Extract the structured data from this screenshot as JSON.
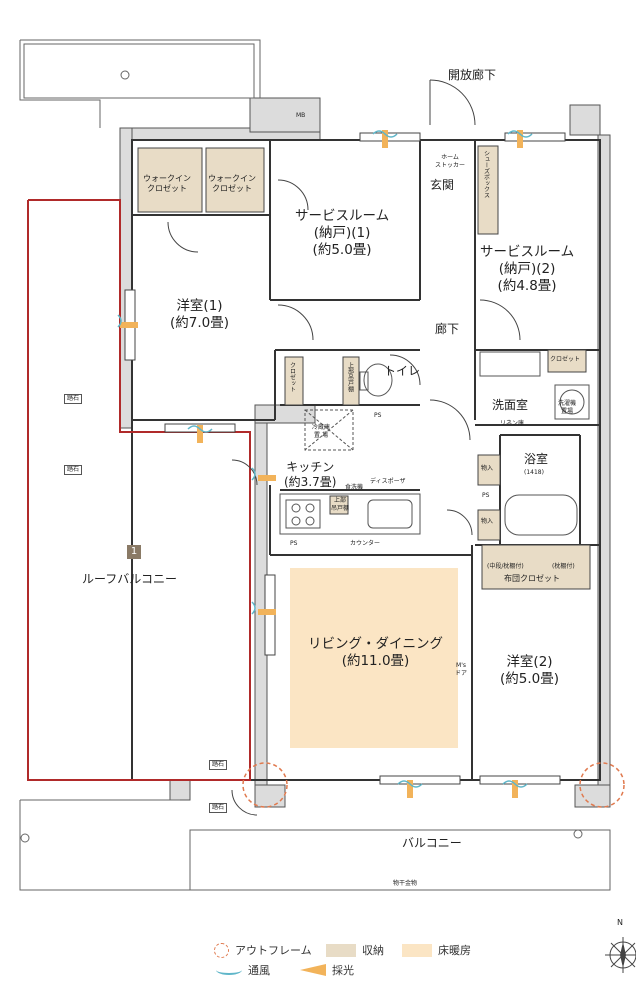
{
  "labels": {
    "open_corridor": "開放廊下",
    "mb": "MB",
    "walkin1": "ウォークイン\nクロゼット",
    "walkin2": "ウォークイン\nクロゼット",
    "service1": "サービスルーム\n(納戸)(1)\n(約5.0畳)",
    "entrance": "玄関",
    "home_stocker": "ホーム\nストッカー",
    "shoes_box": "シューズボックス",
    "service2": "サービスルーム\n(納戸)(2)\n(約4.8畳)",
    "western1": "洋室(1)\n(約7.0畳)",
    "corridor": "廊下",
    "closet_small": "クロゼット",
    "closet_wc": "クロゼット",
    "upper_shelf_wc": "上部吊戸棚",
    "toilet": "トイレ",
    "ps1": "PS",
    "washroom": "洗面室",
    "laundry": "洗濯機\n置場",
    "linen": "リネン庫",
    "fridge": "冷蔵庫\n置 場",
    "kitchen": "キッチン\n(約3.7畳)",
    "dishwasher": "食洗機",
    "disposer": "ディスポーザ",
    "upper_shelf_k": "上部\n吊戸棚",
    "storage_in1": "物入",
    "storage_in2": "物入",
    "bath": "浴室",
    "bath_size": "(1418)",
    "ps2": "PS",
    "ps3": "PS",
    "counter": "カウンター",
    "futon_sub1": "(中段/枕棚付)",
    "futon_sub2": "(枕棚付)",
    "futon": "布団クロゼット",
    "roof_balcony_num": "1",
    "roof_balcony": "ルーフバルコニー",
    "living": "リビング・ダイニング\n(約11.0畳)",
    "ms_door": "M's\nドア",
    "western2": "洋室(2)\n(約5.0畳)",
    "balcony": "バルコニー",
    "drying": "物干金物",
    "stepping_stone": "踏石",
    "north": "N"
  },
  "legend": {
    "outframe": "アウトフレーム",
    "storage": "収納",
    "floor_heating": "床暖房",
    "ventilation": "通風",
    "daylight": "採光"
  },
  "colors": {
    "storage": "#e8dcc6",
    "floor_heating": "#fbe5c4",
    "outframe": "#e07a4f",
    "roof_balcony_border": "#b02a2a",
    "ventilation": "#5fb6c9",
    "daylight": "#f2b35a",
    "wall": "#d9d9d9"
  }
}
